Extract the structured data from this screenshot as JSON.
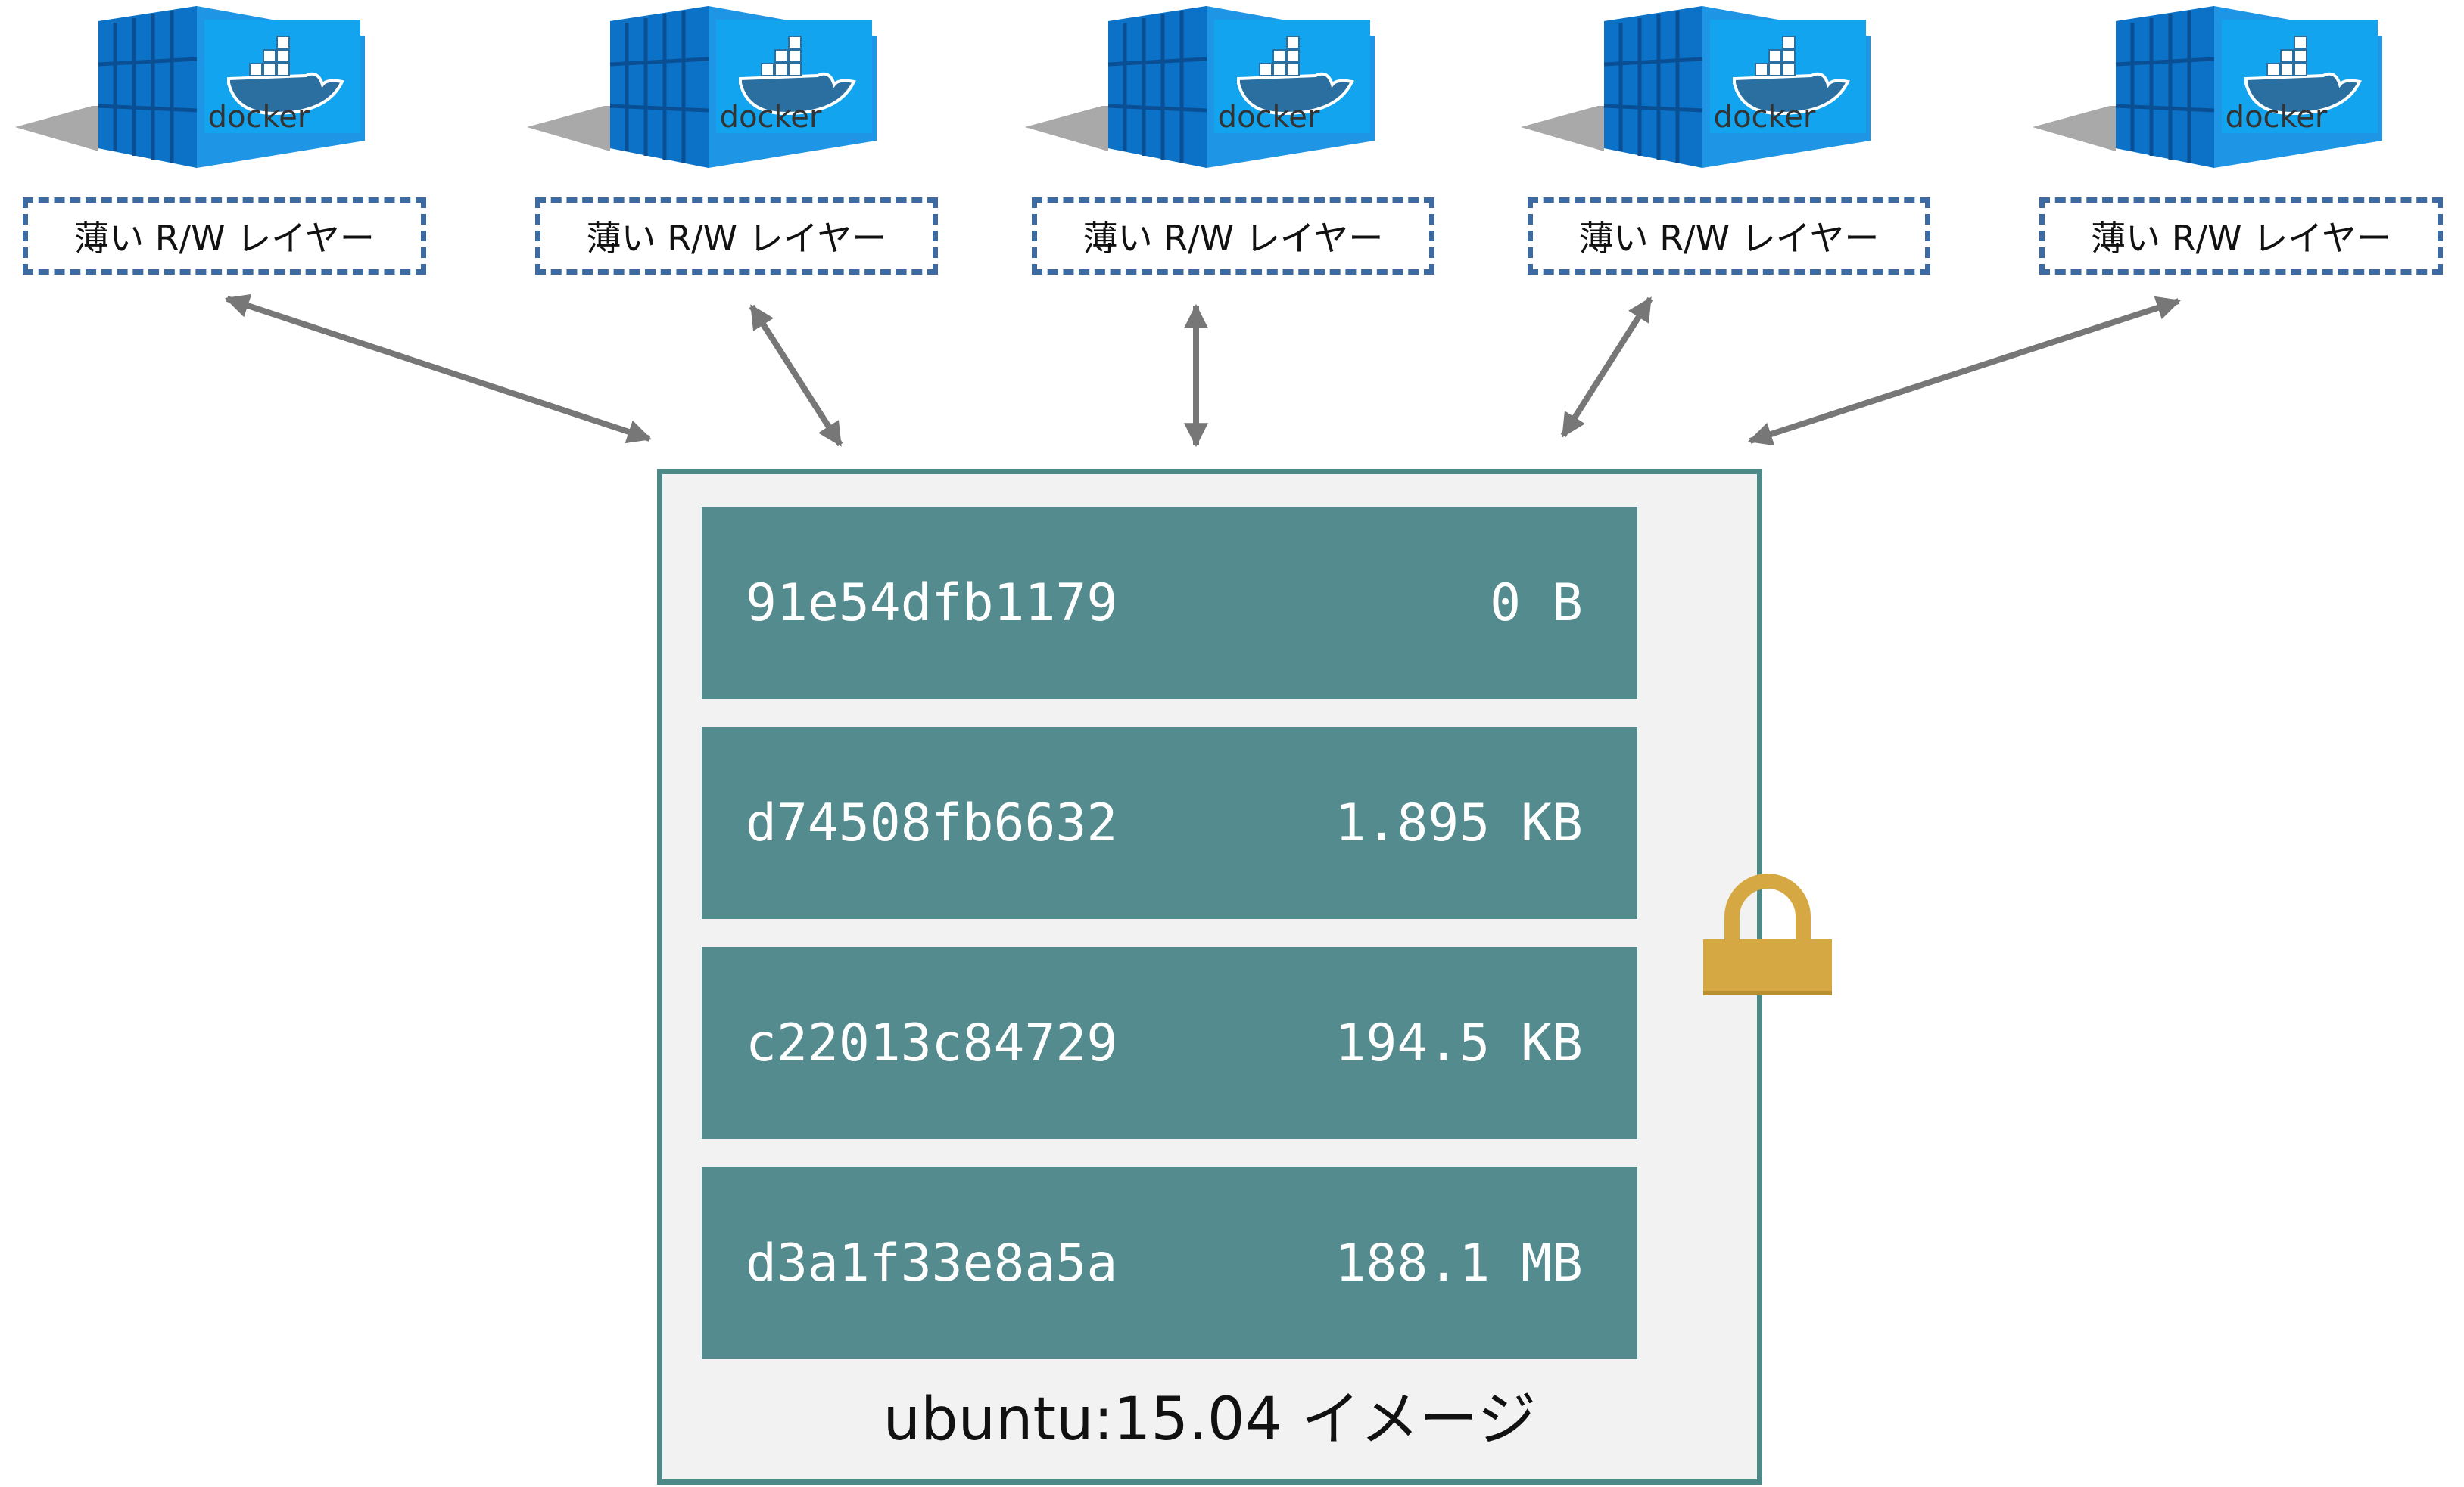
{
  "containers": [
    {
      "logo_text": "docker",
      "rw_label": "薄い R/W レイヤー"
    },
    {
      "logo_text": "docker",
      "rw_label": "薄い R/W レイヤー"
    },
    {
      "logo_text": "docker",
      "rw_label": "薄い R/W レイヤー"
    },
    {
      "logo_text": "docker",
      "rw_label": "薄い R/W レイヤー"
    },
    {
      "logo_text": "docker",
      "rw_label": "薄い R/W レイヤー"
    }
  ],
  "image": {
    "caption": "ubuntu:15.04 イメージ",
    "layers": [
      {
        "id": "91e54dfb1179",
        "size": "0 B"
      },
      {
        "id": "d74508fb6632",
        "size": "1.895 KB"
      },
      {
        "id": "c22013c84729",
        "size": "194.5 KB"
      },
      {
        "id": "d3a1f33e8a5a",
        "size": "188.1 MB"
      }
    ]
  },
  "icons": {
    "container": "docker-container-icon",
    "lock": "lock-icon",
    "arrows": "double-headed-arrow"
  },
  "colors": {
    "container_blue": "#1a8fe0",
    "rw_border": "#3d6aa0",
    "layer_fill": "#548b8e",
    "frame_border": "#4d8a87",
    "frame_fill": "#f1f2f1",
    "arrow": "#777777",
    "lock": "#d6a843"
  }
}
